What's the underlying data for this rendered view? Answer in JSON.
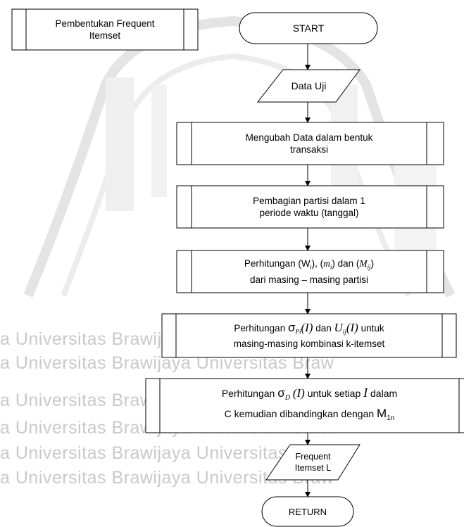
{
  "watermark": {
    "rows": [
      "a  Universitas Brawijaya  Universitas Braw",
      "a  Universitas Brawijaya  Universitas Braw",
      "a  Universitas Brawijaya  Universitas Braw",
      "a  Universitas Brawijaya  Universitas Braw",
      "a  Universitas Brawijaya  Universitas Braw",
      "a  Universitas Brawijaya  Universitas Braw"
    ]
  },
  "legend_box": {
    "line1": "Pembentukan Frequent",
    "line2": "Itemset"
  },
  "nodes": {
    "start": "START",
    "data_uji": "Data Uji",
    "mengubah": {
      "line1": "Mengubah Data dalam bentuk",
      "line2": "transaksi"
    },
    "pembagian": {
      "line1": "Pembagian partisi dalam 1",
      "line2": "periode waktu (tanggal)"
    },
    "perhitungan_w": {
      "p1": "Perhitungan (W",
      "sub_i": "i",
      "p2": "), (",
      "m": "m",
      "p3": ") dan (",
      "M": "M",
      "sub_ij": "ij",
      "p4": ")",
      "line2": "dari masing – masing partisi"
    },
    "perhitungan_sigma_p": {
      "p1": "Perhitungan",
      "sigma": "σ",
      "sub_pi": "Pi",
      "arg": "(I)",
      "p2": "dan",
      "U": "U",
      "sub_ij": "ij",
      "p3": "untuk",
      "line2": "masing-masing kombinasi k-itemset"
    },
    "perhitungan_sigma_d": {
      "p1": "Perhitungan",
      "sigma": "σ",
      "sub_d": "D",
      "arg": "(I)",
      "p2": "untuk setiap",
      "I": "I",
      "p3": "dalam",
      "line2a": "C kemudian dibandingkan dengan",
      "M": "M",
      "sub_1n": "1n"
    },
    "frequent": {
      "line1": "Frequent",
      "line2": "Itemset L"
    },
    "return": "RETURN"
  }
}
